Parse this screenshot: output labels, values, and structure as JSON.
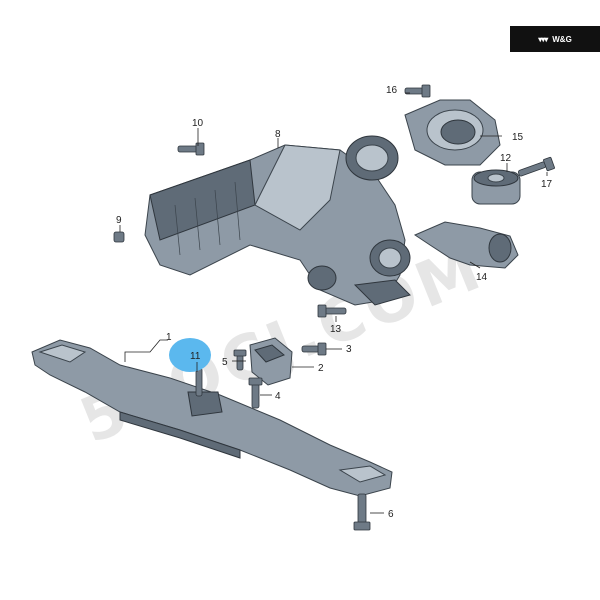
{
  "brand": {
    "text": "W&G",
    "logo_glyph": "▾▾▾"
  },
  "watermark": {
    "text": "51QCJ.COM"
  },
  "highlight_color": "#5bb8ee",
  "callouts": [
    {
      "id": "c1",
      "label": "1"
    },
    {
      "id": "c2",
      "label": "2"
    },
    {
      "id": "c3",
      "label": "3"
    },
    {
      "id": "c4",
      "label": "4"
    },
    {
      "id": "c5",
      "label": "5"
    },
    {
      "id": "c6",
      "label": "6"
    },
    {
      "id": "c8",
      "label": "8"
    },
    {
      "id": "c9",
      "label": "9"
    },
    {
      "id": "c10",
      "label": "10"
    },
    {
      "id": "c11",
      "label": "11"
    },
    {
      "id": "c12",
      "label": "12"
    },
    {
      "id": "c13",
      "label": "13"
    },
    {
      "id": "c14",
      "label": "14"
    },
    {
      "id": "c15",
      "label": "15"
    },
    {
      "id": "c16",
      "label": "16"
    },
    {
      "id": "c17",
      "label": "17"
    }
  ]
}
